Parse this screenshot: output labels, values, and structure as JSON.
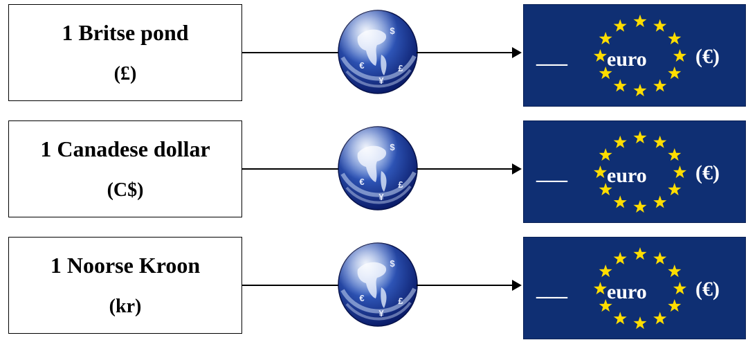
{
  "rows": [
    {
      "currency": "1 Britse pond",
      "symbol": "(£)"
    },
    {
      "currency": "1 Canadese dollar",
      "symbol": "(C$)"
    },
    {
      "currency": "1 Noorse Kroon",
      "symbol": "(kr)"
    }
  ],
  "target": {
    "blank": "___",
    "word": "euro",
    "symbol": "(€)"
  },
  "globe_symbols": [
    "$",
    "€",
    "¥",
    "£"
  ],
  "colors": {
    "eu_blue": "#0f2f73",
    "eu_star": "#ffdd00",
    "globe_dark": "#0b1d6b",
    "globe_light": "#7fa6e8"
  },
  "icons": {
    "globe": "currency-globe-icon",
    "arrow": "arrow-right-icon",
    "stars": "eu-stars-icon"
  }
}
